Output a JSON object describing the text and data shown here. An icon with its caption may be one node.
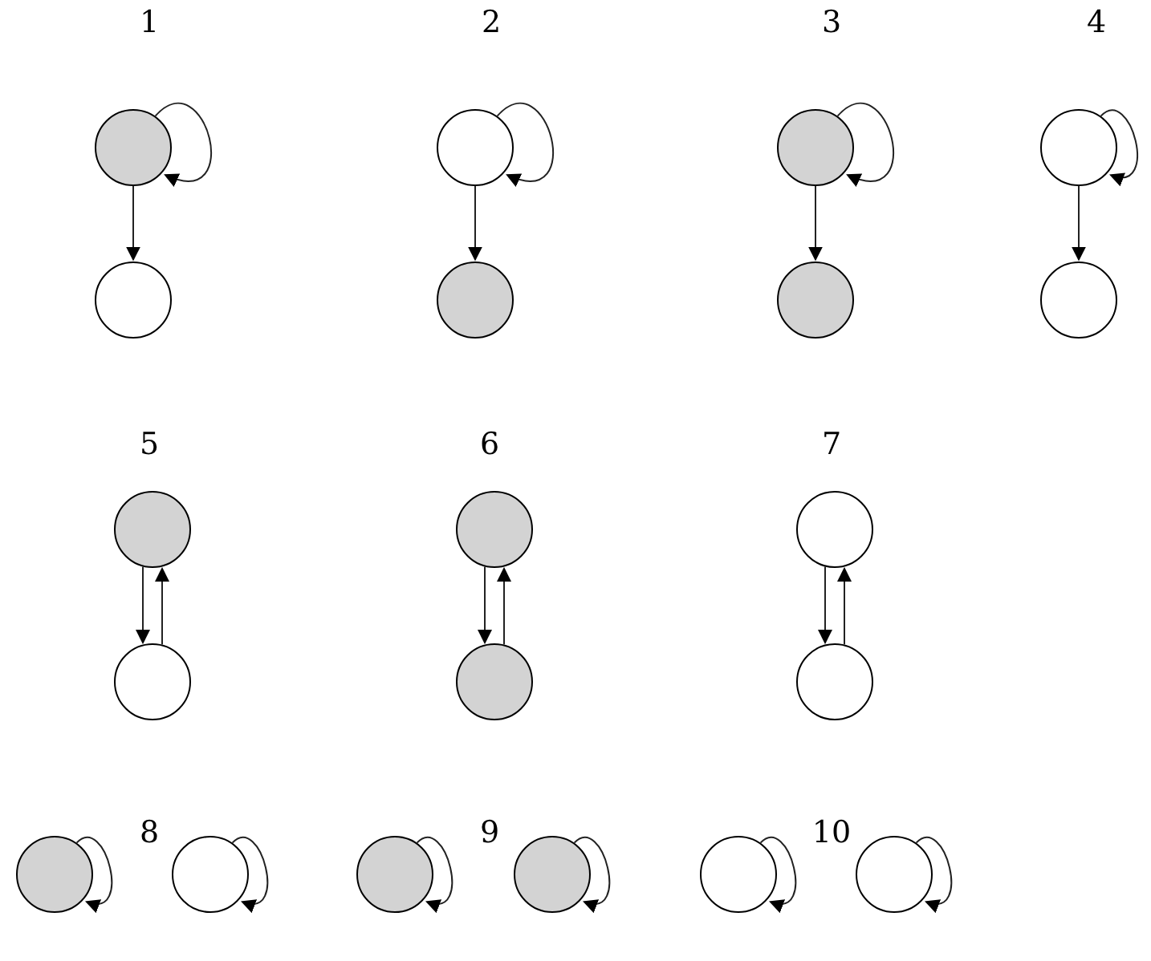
{
  "diagram": {
    "nodes": [
      {
        "text": [],
        "shape": "circle"
      },
      {
        "text": [],
        "shape": "circle"
      },
      {
        "text": [],
        "shape": "circle"
      },
      {
        "text": [],
        "shape": "circle"
      },
      {
        "text": [],
        "shape": "circle"
      },
      {
        "text": [],
        "shape": "circle"
      },
      {
        "text": [],
        "shape": "circle"
      },
      {
        "text": [],
        "shape": "circle"
      },
      {
        "text": [],
        "shape": "circle"
      },
      {
        "text": [],
        "shape": "circle"
      },
      {
        "text": [],
        "shape": "circle"
      },
      {
        "text": [],
        "shape": "circle"
      },
      {
        "text": [],
        "shape": "circle"
      },
      {
        "text": [],
        "shape": "circle"
      },
      {
        "text": [],
        "shape": "circle"
      },
      {
        "text": [],
        "shape": "circle"
      },
      {
        "text": [],
        "shape": "circle"
      },
      {
        "text": [],
        "shape": "circle"
      },
      {
        "text": [],
        "shape": "circle"
      },
      {
        "text": [],
        "shape": "circle"
      }
    ],
    "edges": [
      {
        "from": 0,
        "to": 0,
        "arrow": "to"
      },
      {
        "from": 0,
        "to": 1,
        "arrow": "to"
      },
      {
        "from": 2,
        "to": 2,
        "arrow": "to"
      },
      {
        "from": 2,
        "to": 3,
        "arrow": "to"
      },
      {
        "from": 4,
        "to": 4,
        "arrow": "to"
      },
      {
        "from": 4,
        "to": 5,
        "arrow": "to"
      },
      {
        "from": 6,
        "to": 6,
        "arrow": "to"
      },
      {
        "from": 6,
        "to": 7,
        "arrow": "to"
      },
      {
        "from": 8,
        "to": 9,
        "arrow": "to"
      },
      {
        "from": 9,
        "to": 8,
        "arrow": "to"
      },
      {
        "from": 10,
        "to": 11,
        "arrow": "to"
      },
      {
        "from": 11,
        "to": 10,
        "arrow": "to"
      },
      {
        "from": 12,
        "to": 13,
        "arrow": "to"
      },
      {
        "from": 13,
        "to": 12,
        "arrow": "to"
      },
      {
        "from": 14,
        "to": 14,
        "arrow": "to"
      },
      {
        "from": 15,
        "to": 15,
        "arrow": "to"
      },
      {
        "from": 16,
        "to": 16,
        "arrow": "to"
      },
      {
        "from": 17,
        "to": 17,
        "arrow": "to"
      },
      {
        "from": 18,
        "to": 18,
        "arrow": "to"
      },
      {
        "from": 19,
        "to": 19,
        "arrow": "to"
      }
    ],
    "labels": [
      "1",
      "2",
      "3",
      "4",
      "5",
      "6",
      "7",
      "8",
      "9",
      "10"
    ]
  }
}
